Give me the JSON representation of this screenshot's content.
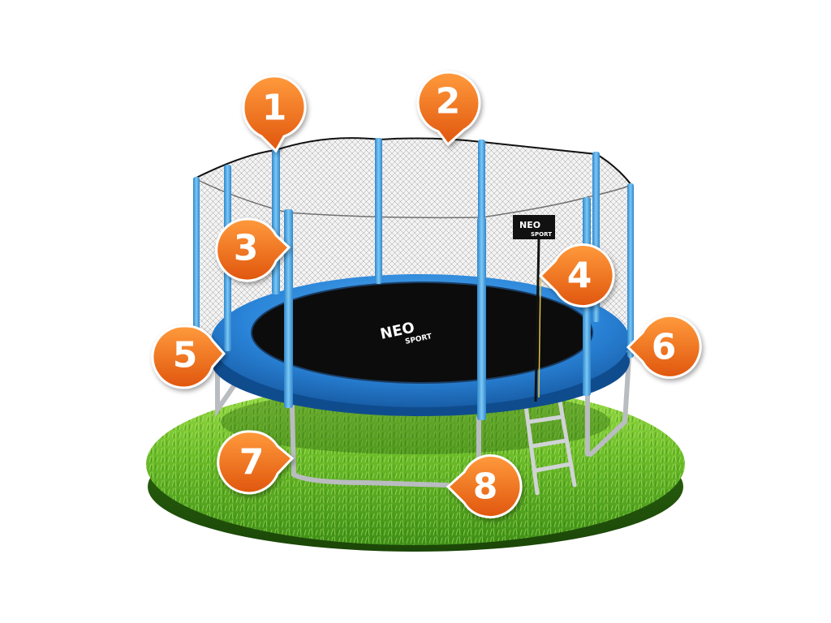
{
  "image": {
    "subject": "trampoline with safety net on grass",
    "colors": {
      "background": "#ffffff",
      "grass_light": "#8fd23a",
      "grass_dark": "#2f7a12",
      "poles": "#4aa8e6",
      "pad": "#2a7fd6",
      "mat": "#0c0c0c",
      "net": "#1a1a1a",
      "marker": "#f07a1e",
      "marker_stroke": "#ffffff",
      "frame": "#b9bcc0"
    }
  },
  "logos": {
    "mat_logo": {
      "line1": "NEO",
      "line2": "SPORT"
    },
    "net_tag": {
      "line1": "NEO",
      "line2": "SPORT"
    }
  },
  "markers": [
    {
      "label": "1",
      "icon": "map-pin-icon"
    },
    {
      "label": "2",
      "icon": "map-pin-icon"
    },
    {
      "label": "3",
      "icon": "map-pin-icon"
    },
    {
      "label": "4",
      "icon": "map-pin-icon"
    },
    {
      "label": "5",
      "icon": "map-pin-icon"
    },
    {
      "label": "6",
      "icon": "map-pin-icon"
    },
    {
      "label": "7",
      "icon": "map-pin-icon"
    },
    {
      "label": "8",
      "icon": "map-pin-icon"
    }
  ]
}
